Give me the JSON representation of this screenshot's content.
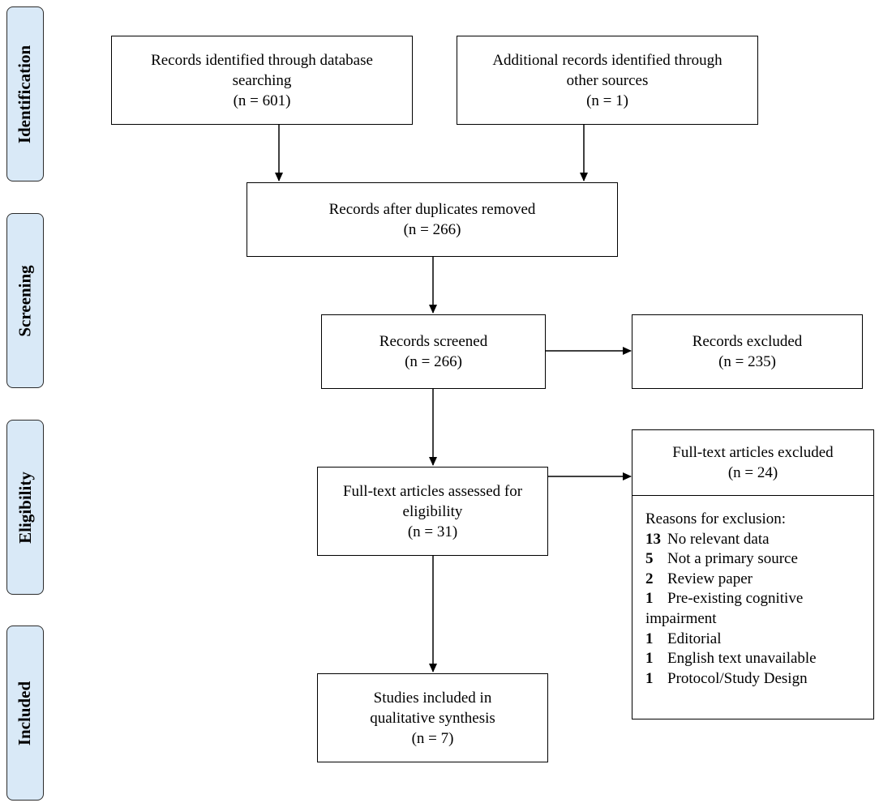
{
  "stages": {
    "identification": "Identification",
    "screening": "Screening",
    "eligibility": "Eligibility",
    "included": "Included"
  },
  "boxes": {
    "database": {
      "line1": "Records identified through database",
      "line2": "searching",
      "count": "(n = 601)"
    },
    "other_sources": {
      "line1": "Additional records identified through",
      "line2": "other sources",
      "count": "(n = 1)"
    },
    "duplicates_removed": {
      "line1": "Records after duplicates removed",
      "count": "(n = 266)"
    },
    "screened": {
      "line1": "Records screened",
      "count": "(n = 266)"
    },
    "excluded": {
      "line1": "Records excluded",
      "count": "(n = 235)"
    },
    "fulltext_assessed": {
      "line1": "Full-text articles assessed for",
      "line2": "eligibility",
      "count": "(n = 31)"
    },
    "fulltext_excluded": {
      "line1": "Full-text articles excluded",
      "count": "(n = 24)"
    },
    "included": {
      "line1": "Studies included in",
      "line2": "qualitative synthesis",
      "count": "(n = 7)"
    }
  },
  "exclusion_reasons": {
    "heading": "Reasons for exclusion:",
    "items": [
      {
        "count": "13",
        "text": "No relevant data"
      },
      {
        "count": "5",
        "text": "Not a primary source"
      },
      {
        "count": "2",
        "text": "Review paper"
      },
      {
        "count": "1",
        "text": "Pre-existing cognitive"
      },
      {
        "count": "",
        "text": "impairment"
      },
      {
        "count": "1",
        "text": "Editorial"
      },
      {
        "count": "1",
        "text": "English text unavailable"
      },
      {
        "count": "1",
        "text": "Protocol/Study Design"
      }
    ]
  },
  "colors": {
    "stage_fill": "#d9e9f7",
    "border": "#000000"
  }
}
